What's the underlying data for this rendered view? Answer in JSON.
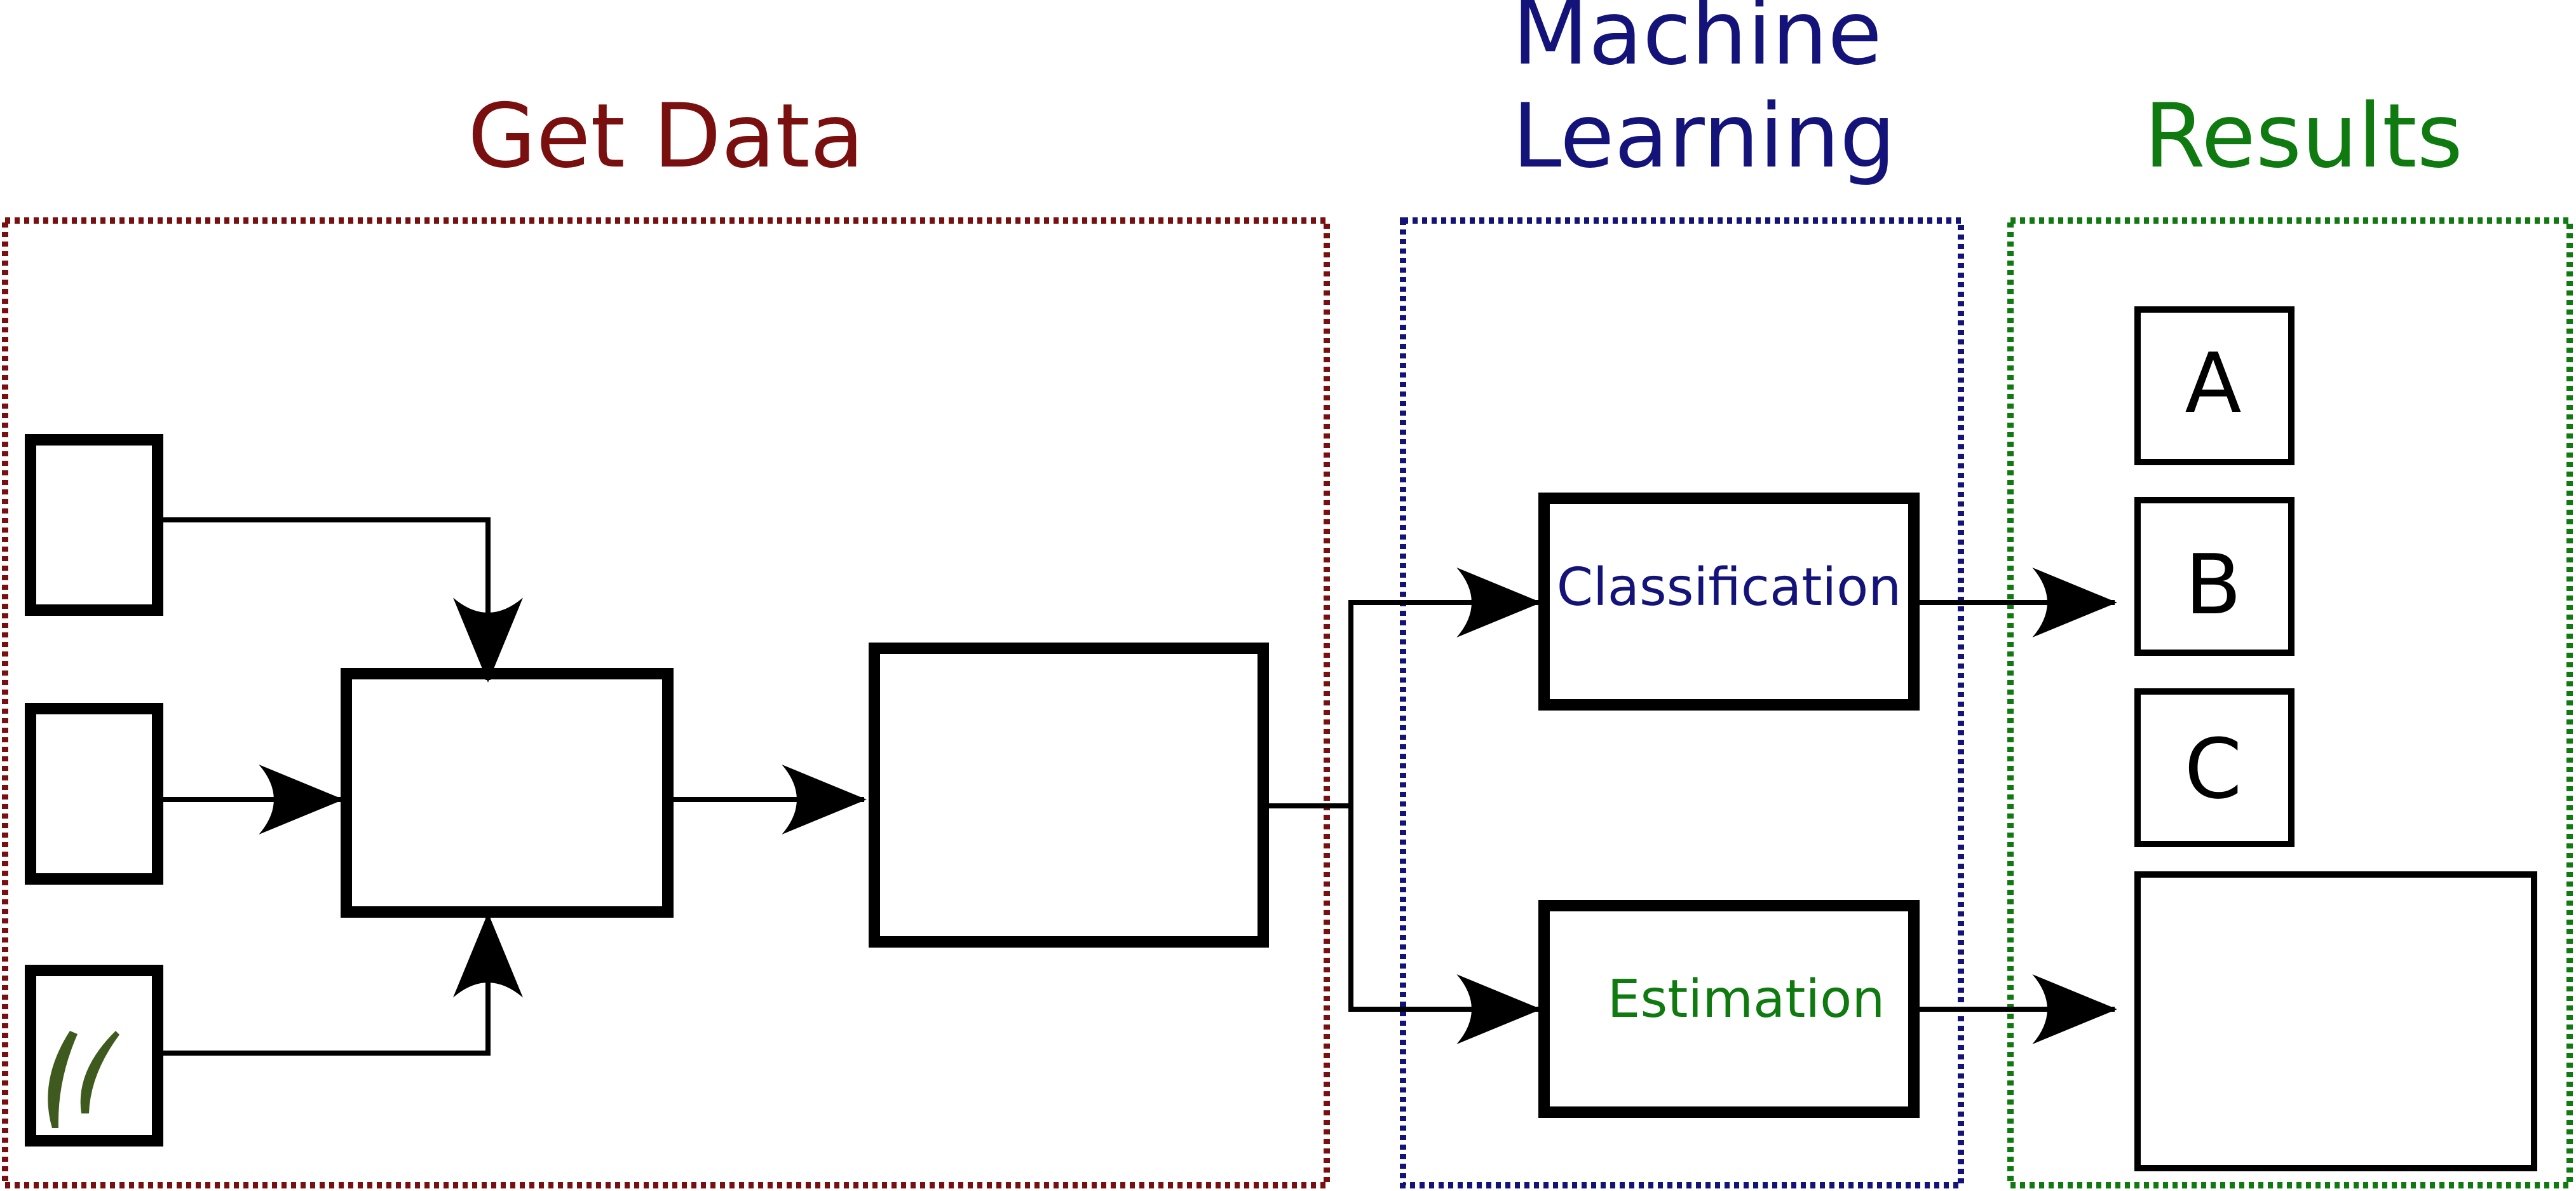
{
  "sections": {
    "get_data": {
      "title": "Get Data",
      "color": "#7a0f0f"
    },
    "machine_learning": {
      "title_line1": "Machine",
      "title_line2": "Learning",
      "color": "#13137a"
    },
    "results": {
      "title": "Results",
      "color": "#0f7a0f"
    }
  },
  "nodes": {
    "classification": {
      "label": "Classification",
      "color": "#13137a"
    },
    "estimation": {
      "label": "Estimation",
      "color": "#0f7a0f"
    }
  },
  "results": {
    "a": "A",
    "b": "B",
    "c": "C"
  },
  "colors": {
    "stroke": "#000000",
    "logo": "#3f5a1e"
  },
  "icons": {
    "source_logo": "leaf-logo-icon"
  }
}
